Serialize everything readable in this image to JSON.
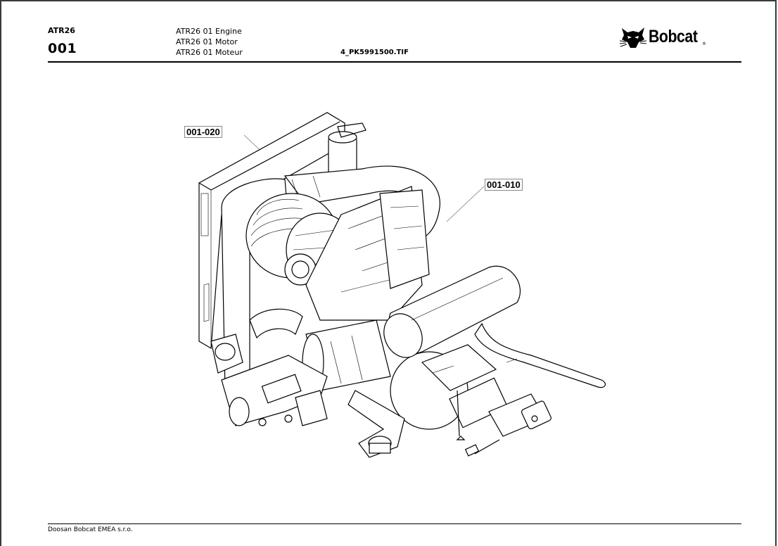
{
  "header": {
    "model": "ATR26",
    "section": "001",
    "titles": [
      "ATR26 01 Engine",
      "ATR26 01 Motor",
      "ATR26 01 Moteur"
    ],
    "filename": "4_PK5991500.TIF",
    "brand": "Bobcat",
    "brand_mark": "®",
    "logo_icon": "bobcat-head-icon"
  },
  "drawing": {
    "subject": "engine-assembly-illustration",
    "callouts": [
      {
        "label": "001-020"
      },
      {
        "label": "001-010"
      }
    ]
  },
  "footer": {
    "company": "Doosan Bobcat EMEA s.r.o."
  },
  "colors": {
    "text": "#000000",
    "frame": "#3a3a3a",
    "leader": "#777777"
  }
}
